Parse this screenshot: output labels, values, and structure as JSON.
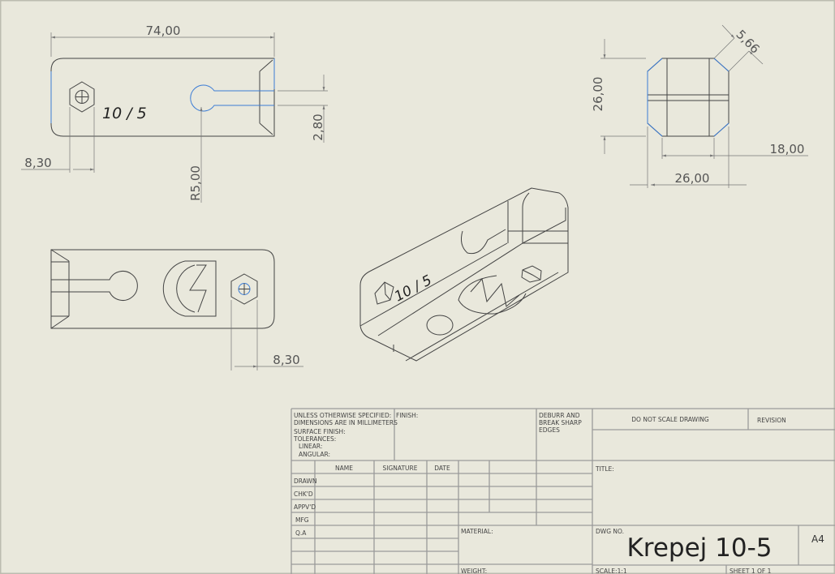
{
  "dimensions": {
    "top_width": "74,00",
    "top_slot": "2,80",
    "top_left": "8,30",
    "radius": "R5,00",
    "front_bottom": "8,30",
    "side_height": "26,00",
    "side_chamfer": "5,66",
    "side_inner": "18,00",
    "side_width": "26,00"
  },
  "engraving": {
    "label": "10 / 5",
    "iso_label": "10 / 5"
  },
  "titleblock": {
    "general_notes": [
      "UNLESS OTHERWISE SPECIFIED:",
      "DIMENSIONS ARE IN MILLIMETERS",
      "SURFACE FINISH:",
      "TOLERANCES:",
      "LINEAR:",
      "ANGULAR:"
    ],
    "finish": "FINISH:",
    "deburr": [
      "DEBURR AND",
      "BREAK SHARP",
      "EDGES"
    ],
    "do_not_scale": "DO NOT SCALE DRAWING",
    "revision": "REVISION",
    "col_name": "NAME",
    "col_signature": "SIGNATURE",
    "col_date": "DATE",
    "rows": [
      "DRAWN",
      "CHK'D",
      "APPV'D",
      "MFG",
      "Q.A"
    ],
    "title_label": "TITLE:",
    "material_label": "MATERIAL:",
    "dwg_no_label": "DWG NO.",
    "dwg_no": "Krepej 10-5",
    "size": "A4",
    "weight_label": "WEIGHT:",
    "scale": "SCALE:1:1",
    "sheet": "SHEET 1 OF 1"
  }
}
